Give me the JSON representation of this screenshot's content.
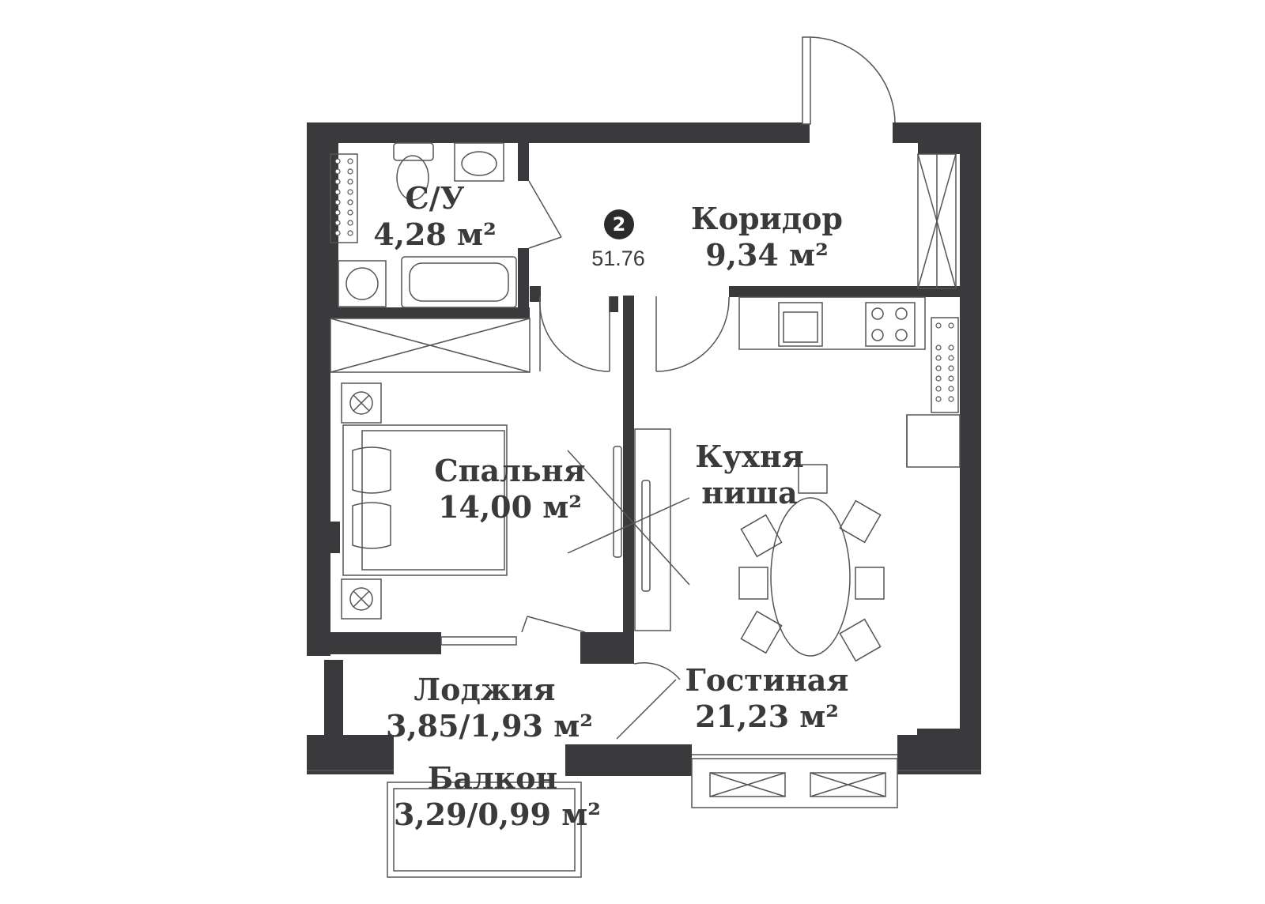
{
  "unit": {
    "number": "2",
    "total_area": "51.76"
  },
  "rooms": {
    "bathroom": {
      "name": "С/У",
      "area": "4,28 м²"
    },
    "corridor": {
      "name": "Коридор",
      "area": "9,34 м²"
    },
    "bedroom": {
      "name": "Спальня",
      "area": "14,00 м²"
    },
    "kitchen_niche": {
      "name_line1": "Кухня",
      "name_line2": "ниша"
    },
    "living_room": {
      "name": "Гостиная",
      "area": "21,23 м²"
    },
    "loggia": {
      "name": "Лоджия",
      "area": "3,85/1,93 м²"
    },
    "balcony": {
      "name": "Балкон",
      "area": "3,29/0,99 м²"
    }
  },
  "colors": {
    "wall": "#3a3a3c",
    "line": "#555555",
    "text": "#3a3a3c"
  }
}
